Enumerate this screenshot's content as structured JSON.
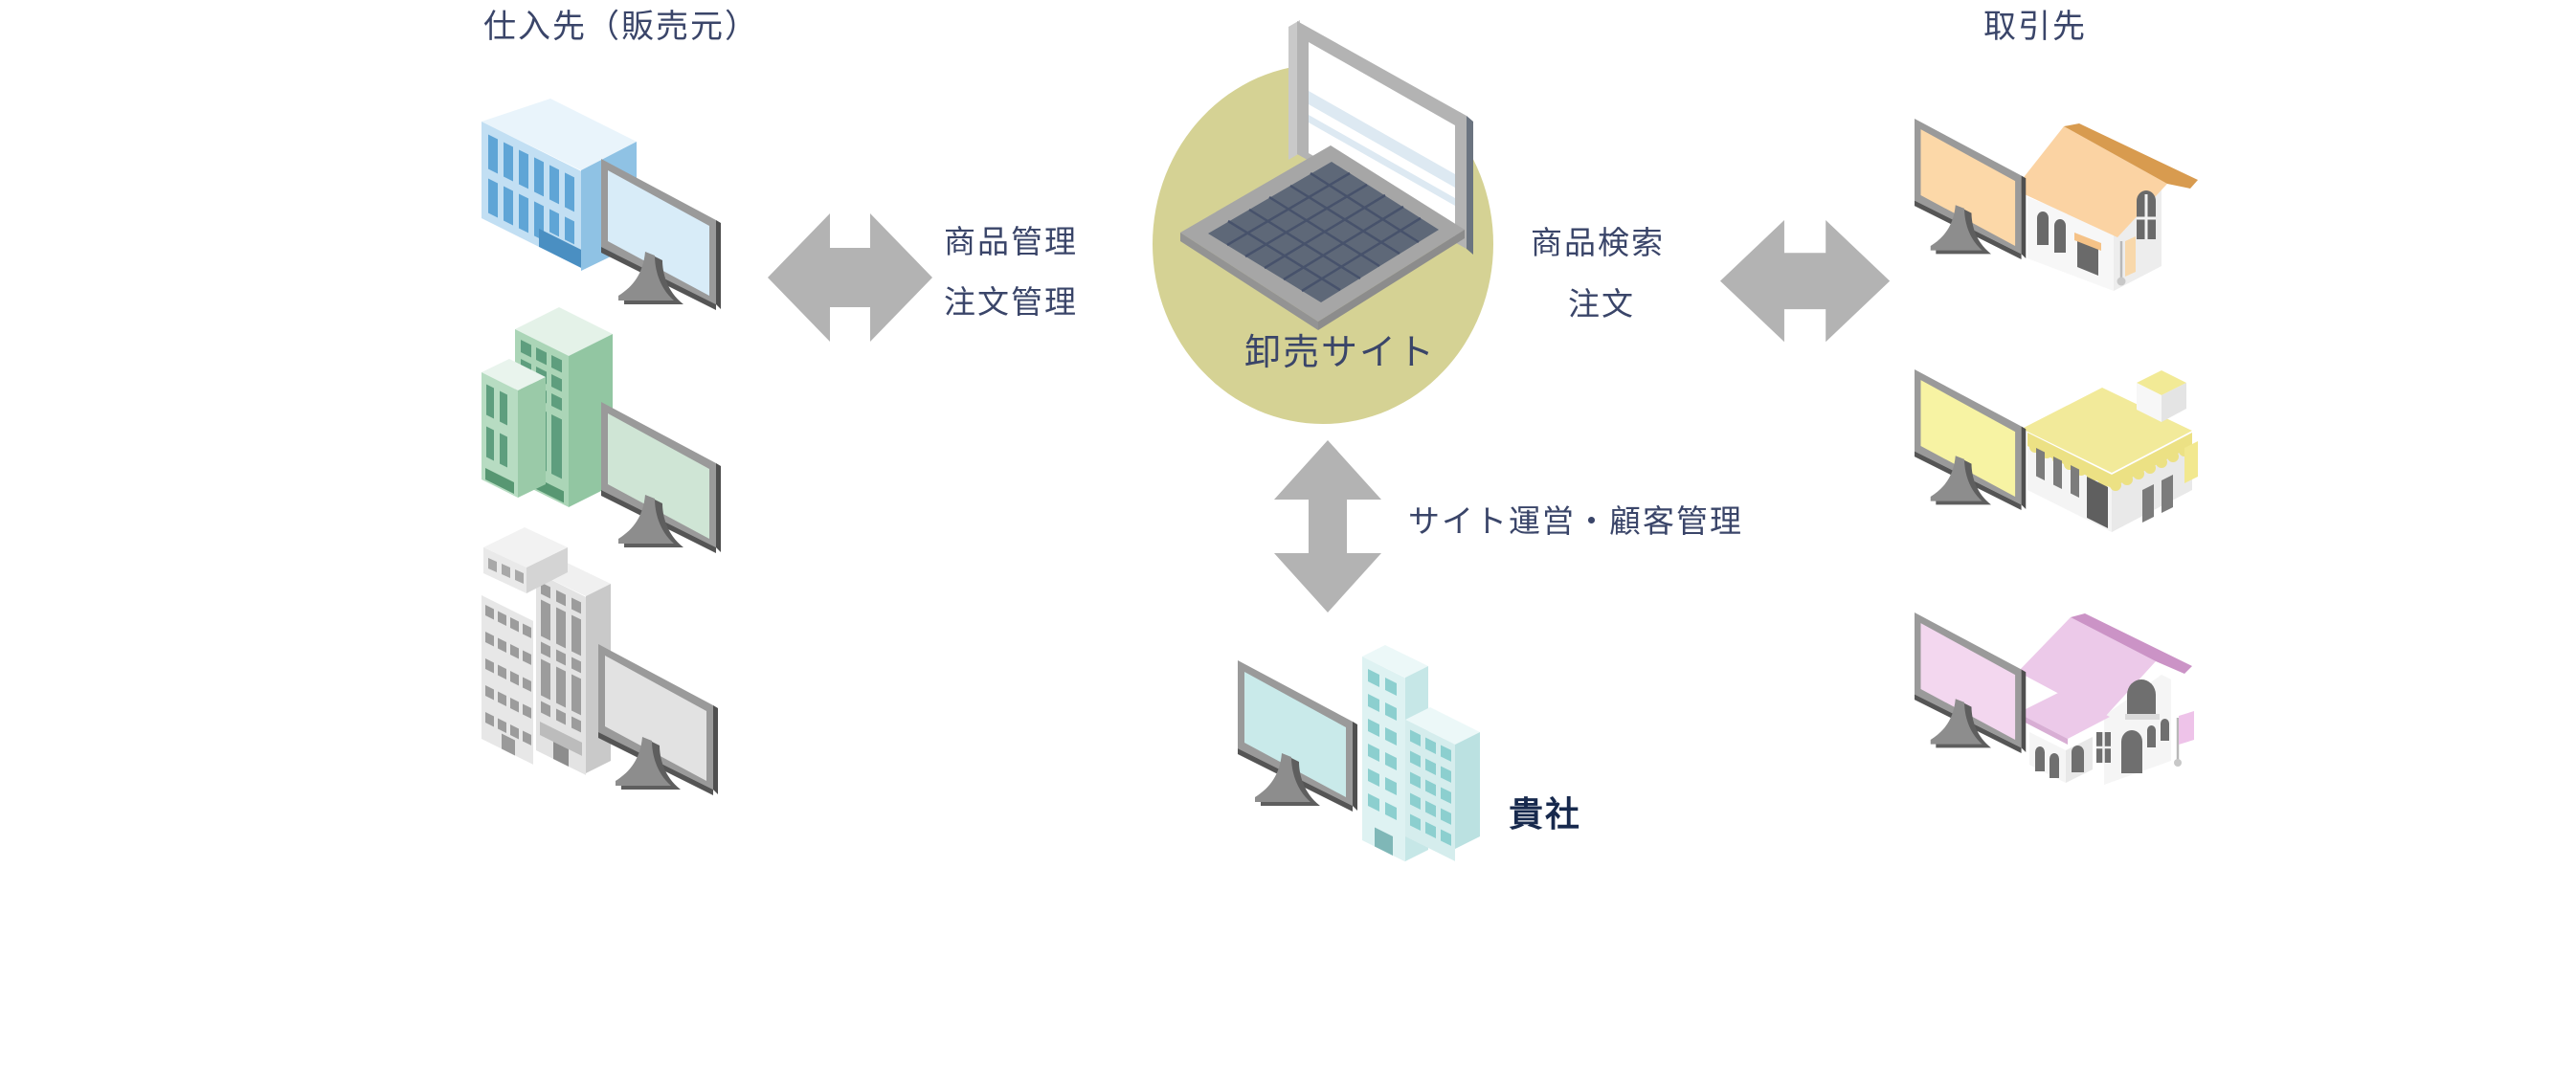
{
  "labels": {
    "suppliers_title": "仕入先（販売元）",
    "partners_title": "取引先",
    "center_label": "卸売サイト",
    "company_label": "貴社",
    "supplier_flow_line1": "商品管理",
    "supplier_flow_line2": "注文管理",
    "partner_flow_line1": "商品検索",
    "partner_flow_line2": "注文",
    "company_flow_line1": "サイト運営・顧客管理"
  },
  "colors": {
    "background": "#ffffff",
    "label_text": "#3a4569",
    "company_text": "#17294d",
    "arrow": "#b3b3b3",
    "circle": "#d5d294",
    "screens": {
      "supplier_blue": "#d8ecf8",
      "supplier_green": "#cfe5d5",
      "supplier_gray": "#e2e2e2",
      "company_cyan": "#c9eaea",
      "partner_orange": "#fcd8a8",
      "partner_yellow": "#f7f3a3",
      "partner_pink": "#f3d7ef"
    },
    "buildings": {
      "blue_front": "#c2dff3",
      "green_front": "#abd5b7",
      "gray_front": "#e3e3e3",
      "company_front": "#def2f2"
    },
    "roofs": {
      "orange": "#fbd3a3",
      "yellow": "#f2ea9a",
      "pink": "#ecc9e9"
    }
  }
}
